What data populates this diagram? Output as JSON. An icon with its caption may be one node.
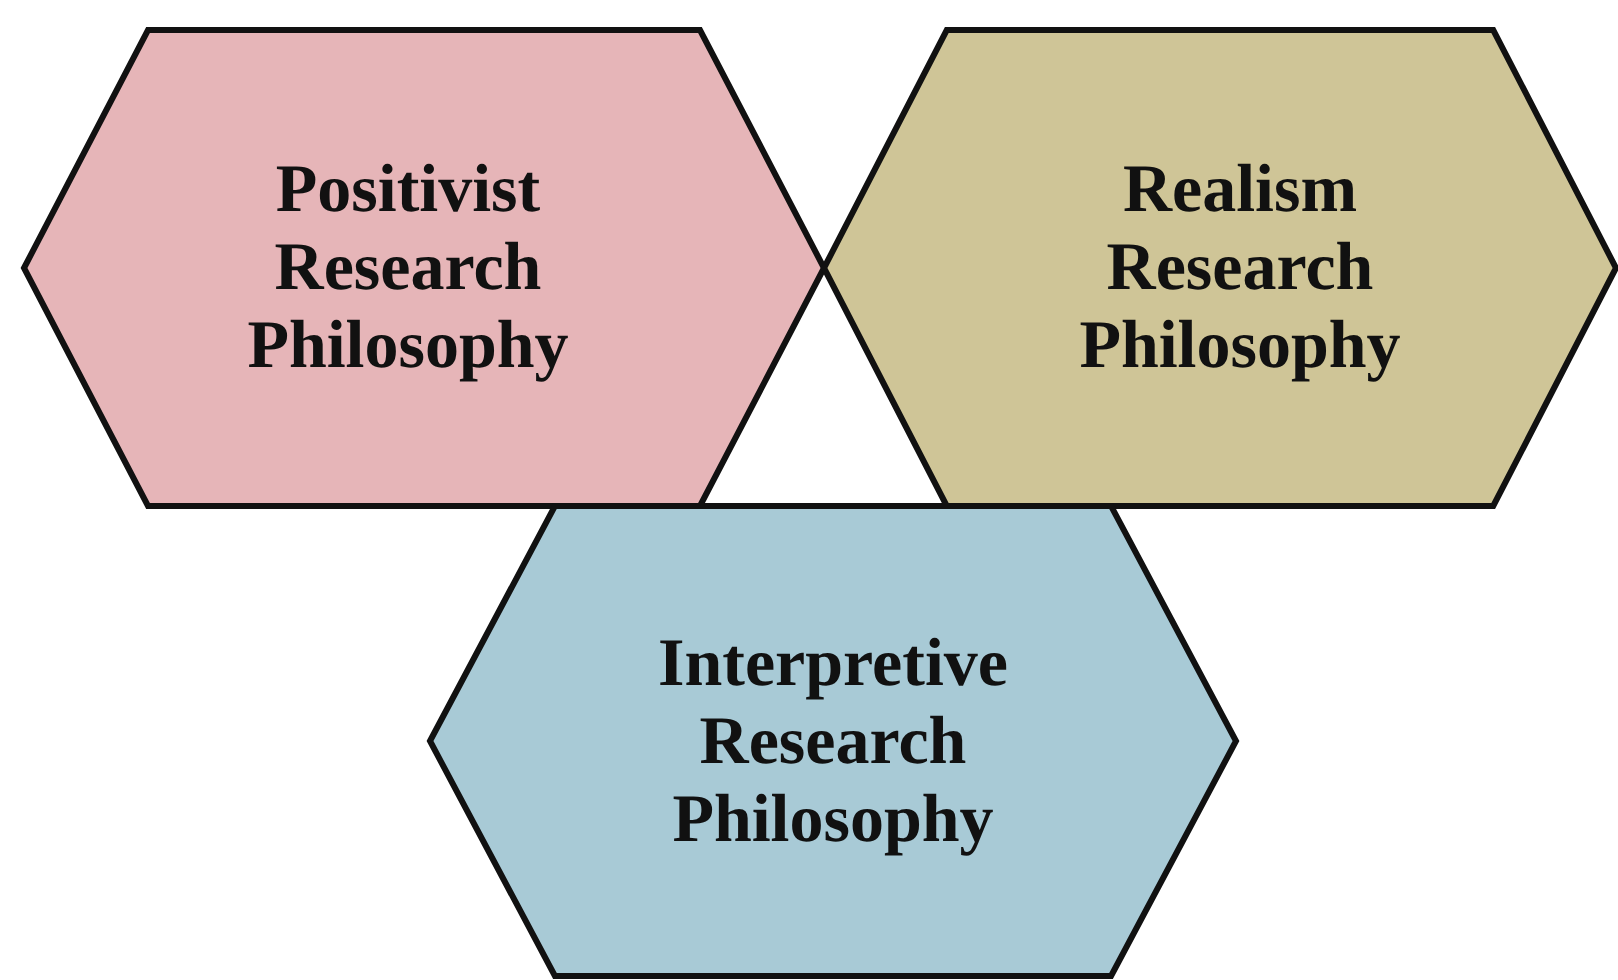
{
  "diagram": {
    "nodes": [
      {
        "text": [
          "Positivist Research Philosophy"
        ]
      },
      {
        "text": [
          "Realism Research Philosophy"
        ]
      },
      {
        "text": [
          "Interpretive Research Philosophy"
        ]
      }
    ]
  }
}
